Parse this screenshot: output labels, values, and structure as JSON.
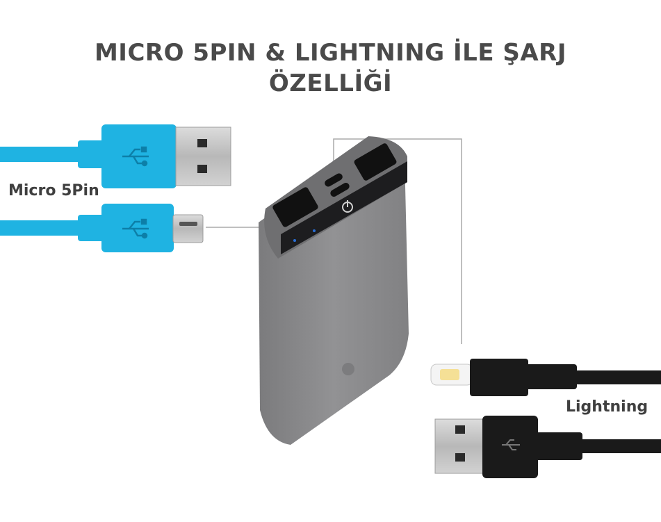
{
  "title": {
    "line1": "MICRO 5PIN & LIGHTNING İLE ŞARJ",
    "line2": "ÖZELLİĞİ"
  },
  "labels": {
    "micro": "Micro 5Pin",
    "lightning": "Lightning"
  },
  "colors": {
    "blue_cable": "#1fb3e2",
    "black_cable": "#1a1a1a",
    "powerbank": "#8d8d8f",
    "title_text": "#4a4a4a"
  },
  "icons": {
    "usb": "usb-icon",
    "power": "power-icon"
  }
}
